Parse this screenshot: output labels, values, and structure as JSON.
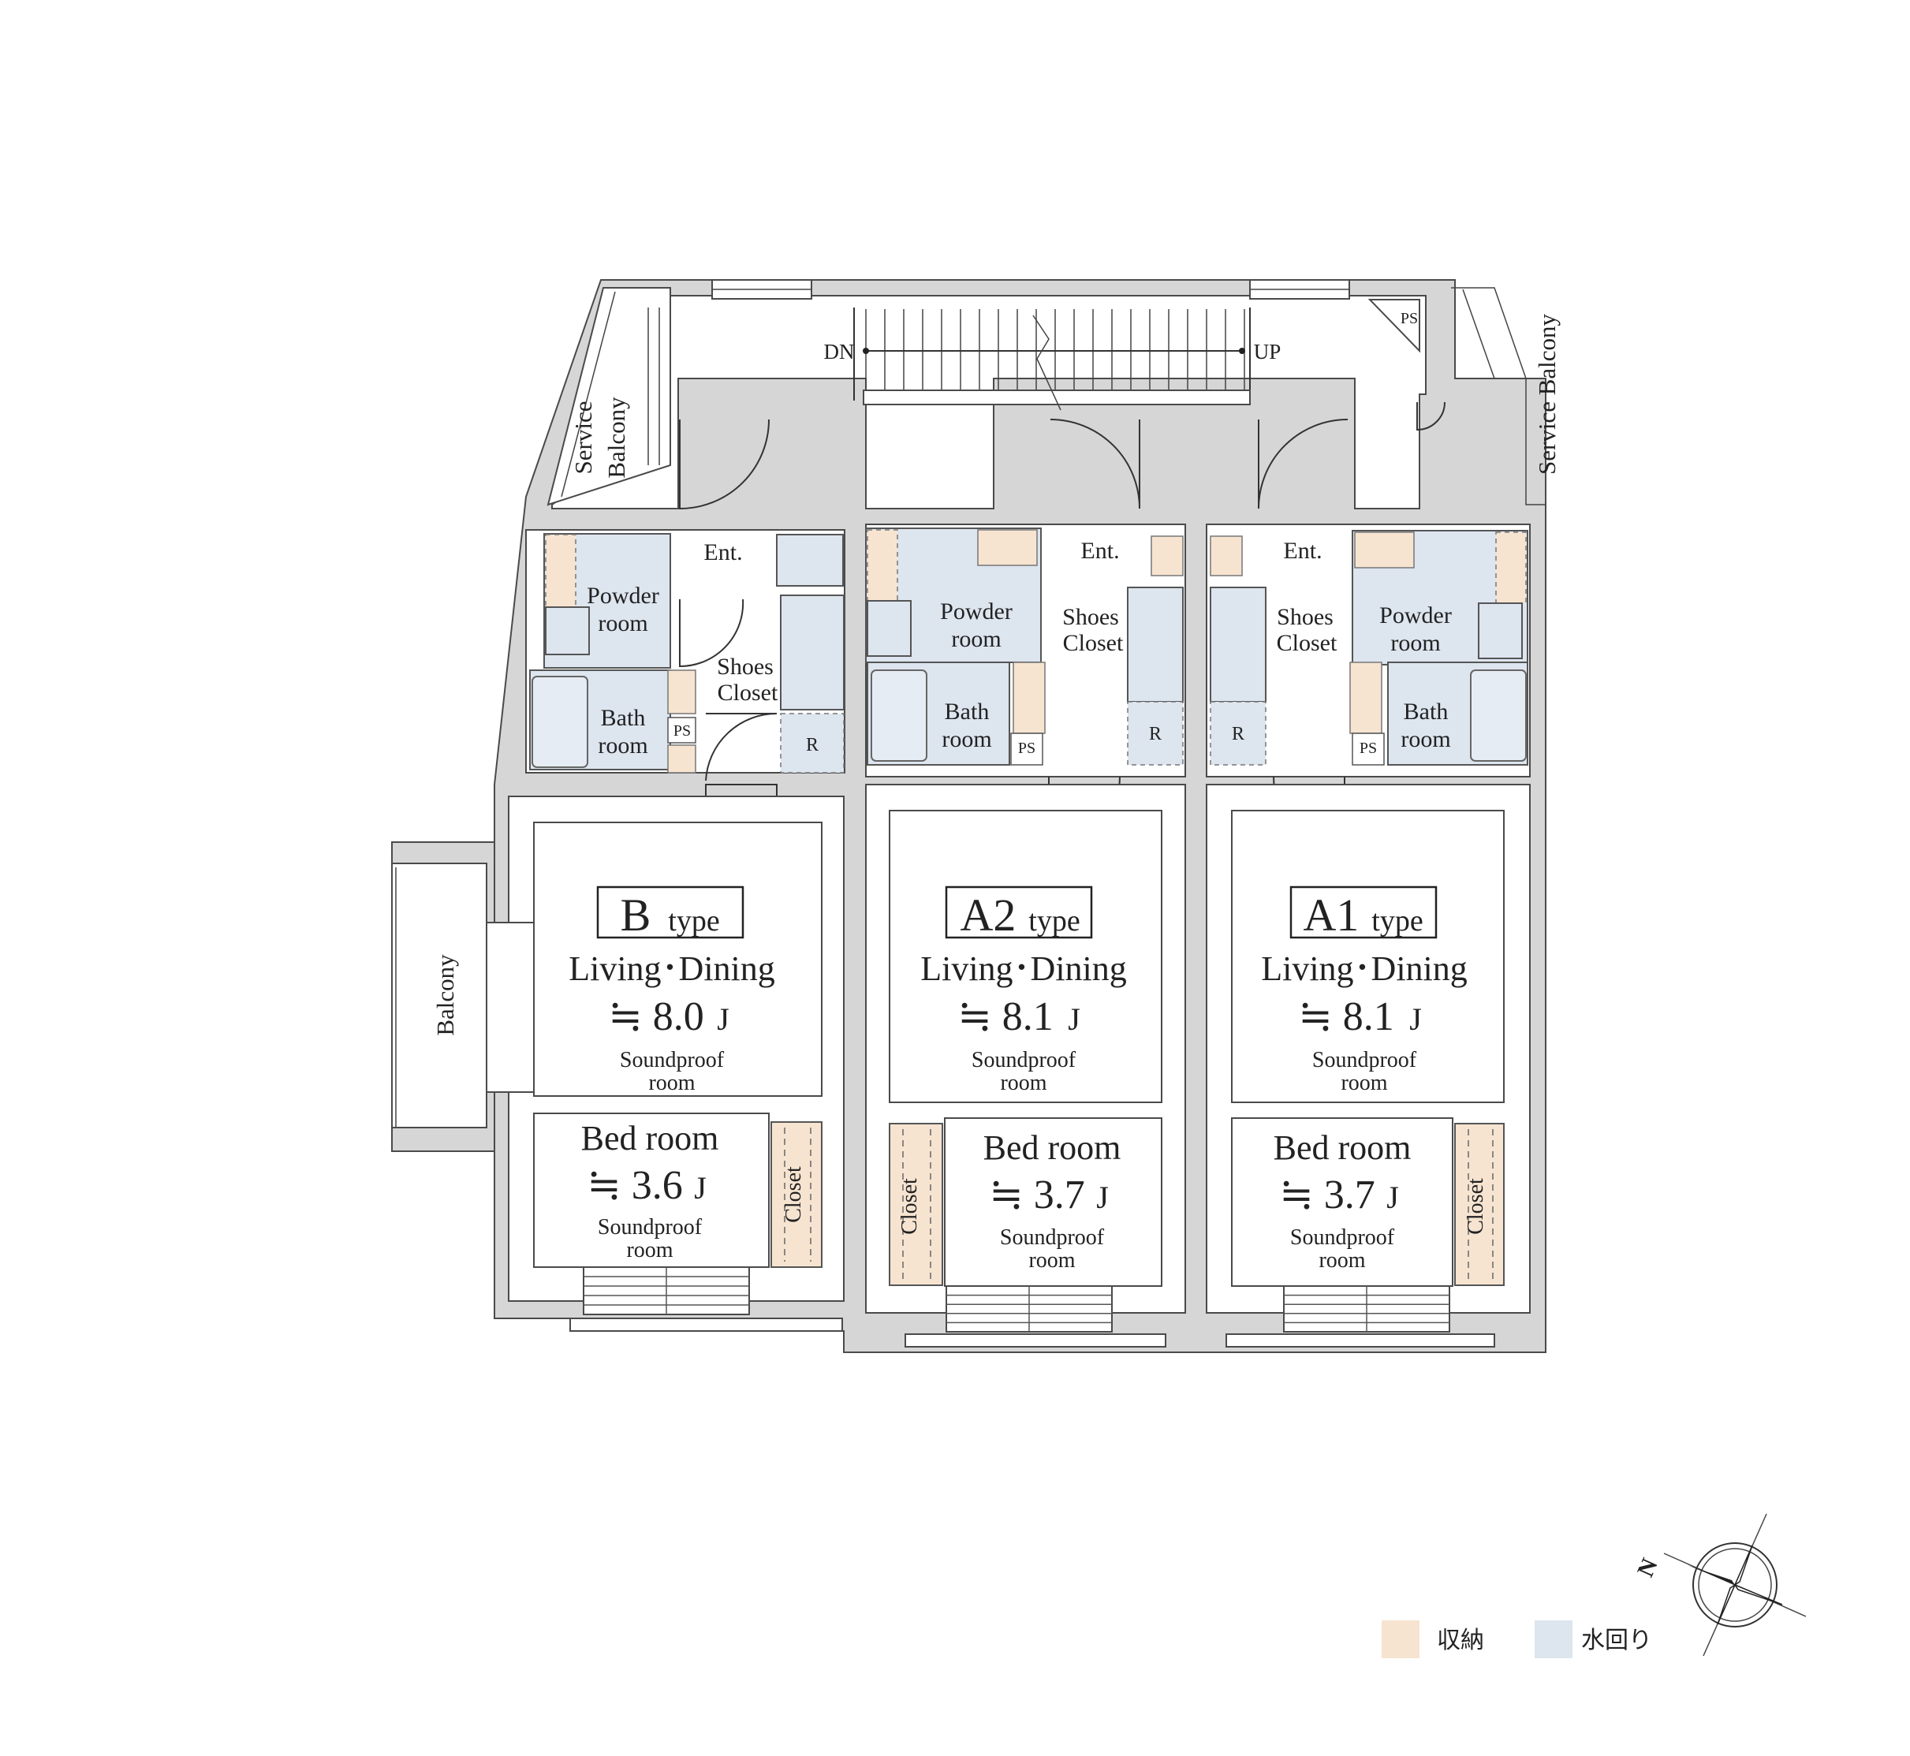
{
  "colors": {
    "storage": "#f6e4d1",
    "water": "#dde5ef",
    "wall": "#d6d6d6",
    "line": "#333333"
  },
  "stair": {
    "dn": "DN",
    "up": "UP"
  },
  "common": {
    "service_balcony_left": [
      "Service",
      "Balcony"
    ],
    "service_balcony_right": "Service Balcony",
    "ps_top": "PS",
    "balcony_west": "Balcony"
  },
  "units": [
    {
      "type_letter": "B",
      "type_suffix": "type",
      "entrance": "Ent.",
      "powder_room": [
        "Powder",
        "room"
      ],
      "bath_room": [
        "Bath",
        "room"
      ],
      "shoes_closet": [
        "Shoes",
        "Closet"
      ],
      "ps": "PS",
      "fridge": "R",
      "living_label": "Living･Dining",
      "living_area": "≒ 8.0",
      "jo_unit": "J",
      "soundproof": [
        "Soundproof",
        "room"
      ],
      "bed_label": "Bed room",
      "bed_area": "≒ 3.6",
      "closet": "Closet"
    },
    {
      "type_letter": "A2",
      "type_suffix": "type",
      "entrance": "Ent.",
      "powder_room": [
        "Powder",
        "room"
      ],
      "bath_room": [
        "Bath",
        "room"
      ],
      "shoes_closet": [
        "Shoes",
        "Closet"
      ],
      "ps": "PS",
      "fridge": "R",
      "living_label": "Living･Dining",
      "living_area": "≒ 8.1",
      "jo_unit": "J",
      "soundproof": [
        "Soundproof",
        "room"
      ],
      "bed_label": "Bed room",
      "bed_area": "≒ 3.7",
      "closet": "Closet"
    },
    {
      "type_letter": "A1",
      "type_suffix": "type",
      "entrance": "Ent.",
      "powder_room": [
        "Powder",
        "room"
      ],
      "bath_room": [
        "Bath",
        "room"
      ],
      "shoes_closet": [
        "Shoes",
        "Closet"
      ],
      "ps": "PS",
      "fridge": "R",
      "living_label": "Living･Dining",
      "living_area": "≒ 8.1",
      "jo_unit": "J",
      "soundproof": [
        "Soundproof",
        "room"
      ],
      "bed_label": "Bed room",
      "bed_area": "≒ 3.7",
      "closet": "Closet"
    }
  ],
  "compass": {
    "north": "N"
  },
  "legend": [
    {
      "label": "収納",
      "color": "#f6e4d1"
    },
    {
      "label": "水回り",
      "color": "#dde5ef"
    }
  ]
}
